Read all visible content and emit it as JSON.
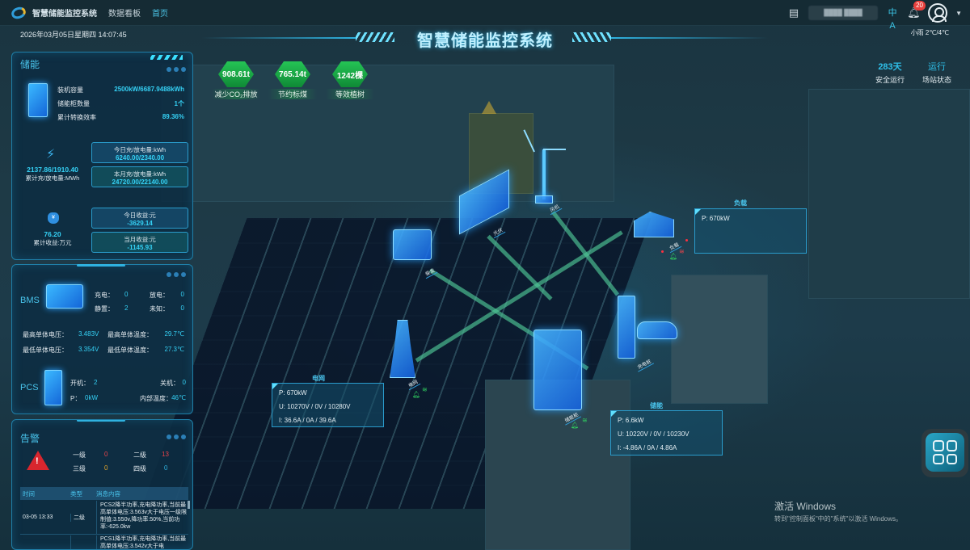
{
  "topbar": {
    "app_name": "智慧储能监控系统",
    "nav": [
      {
        "label": "数据看板",
        "active": false
      },
      {
        "label": "首页",
        "active": true
      }
    ],
    "user_name": "████ ████",
    "notification_count": "20",
    "icons": [
      "report-icon",
      "translate-icon",
      "bell-icon",
      "user-avatar-icon",
      "caret-down-icon"
    ]
  },
  "header": {
    "datetime": "2026年03月05日星期四 14:07:45",
    "title": "智慧储能监控系统",
    "weather": "小雨 2℃/4℃"
  },
  "storage_panel": {
    "title": "储能",
    "rows": [
      {
        "label": "装机容量",
        "value": "2500kW/6687.9488kWh"
      },
      {
        "label": "储能柜数量",
        "value": "1个"
      },
      {
        "label": "累计转换效率",
        "value": "89.36%"
      }
    ],
    "energy": {
      "value": "2137.86/1910.40",
      "label": "累计充/放电量:MWh"
    },
    "today_energy": {
      "label": "今日充/放电量:kWh",
      "value": "6240.00/2340.00"
    },
    "month_energy": {
      "label": "本月充/放电量:kWh",
      "value": "24720.00/22140.00"
    },
    "income": {
      "value": "76.20",
      "label": "累计收益:万元"
    },
    "today_income": {
      "label": "今日收益:元",
      "value": "-3629.14"
    },
    "month_income": {
      "label": "当月收益:元",
      "value": "-1145.93"
    }
  },
  "bms_panel": {
    "bms_label": "BMS",
    "charge": {
      "label": "充电：",
      "value": "0"
    },
    "discharge": {
      "label": "放电：",
      "value": "0"
    },
    "idle": {
      "label": "静置：",
      "value": "2"
    },
    "unknown": {
      "label": "未知：",
      "value": "0"
    },
    "max_cell_voltage": {
      "label": "最高单体电压：",
      "value": "3.483V"
    },
    "min_cell_voltage": {
      "label": "最低单体电压：",
      "value": "3.354V"
    },
    "max_cell_temp": {
      "label": "最高单体温度：",
      "value": "29.7℃"
    },
    "min_cell_temp": {
      "label": "最低单体温度：",
      "value": "27.3℃"
    },
    "pcs_label": "PCS",
    "on": {
      "label": "开机：",
      "value": "2"
    },
    "off": {
      "label": "关机：",
      "value": "0"
    },
    "power": {
      "label": "P：",
      "value": "0kW"
    },
    "inner_temp": {
      "label": "内部温度：",
      "value": "46℃"
    }
  },
  "alarm_panel": {
    "title": "告警",
    "levels": [
      {
        "label": "一级",
        "value": "0",
        "color": "#e8434a"
      },
      {
        "label": "二级",
        "value": "13",
        "color": "#e8434a"
      },
      {
        "label": "三级",
        "value": "0",
        "color": "#e3a52b"
      },
      {
        "label": "四级",
        "value": "0",
        "color": "#2fb2e0"
      }
    ],
    "columns": [
      "时间",
      "类型",
      "消息内容"
    ],
    "rows": [
      {
        "time": "03-05 13:33",
        "type": "二级",
        "message": "PCS2降半功率,充电降功率,当前最高单体电压:3.563v大于电压一级限制值:3.550v,降功率:50%,当前功率:-625.0kw"
      },
      {
        "time": "",
        "type": "",
        "message": "PCS1降半功率,充电降功率,当前最高单体电压:3.542v大于电"
      }
    ]
  },
  "eco_stats": [
    {
      "value": "908.61t",
      "label": "减少CO₂排放"
    },
    {
      "value": "765.14t",
      "label": "节约标煤"
    },
    {
      "value": "1242棵",
      "label": "等效植树"
    }
  ],
  "status": {
    "safe_days": {
      "value": "283天",
      "label": "安全运行"
    },
    "station": {
      "value": "运行",
      "label": "场站状态"
    }
  },
  "nodes": {
    "generator": "柴发",
    "pv": "光伏",
    "wind": "风机",
    "load": "负载",
    "grid": "电网",
    "cabinet": "储能柜",
    "charger": "充电桩"
  },
  "load_box": {
    "title": "负载",
    "p": "P: 670kW"
  },
  "grid_box": {
    "title": "电网",
    "p": "P: 670kW",
    "u": "U: 10270V / 0V / 10280V",
    "i": "I: 36.6A / 0A / 39.6A"
  },
  "storage_box": {
    "title": "储能",
    "p": "P: 6.6kW",
    "u": "U: 10220V / 0V / 10230V",
    "i": "I: -4.86A / 0A / 4.86A"
  },
  "os_watermark": {
    "title": "激活 Windows",
    "subtitle": "转到\"控制面板\"中的\"系统\"以激活 Windows。"
  }
}
